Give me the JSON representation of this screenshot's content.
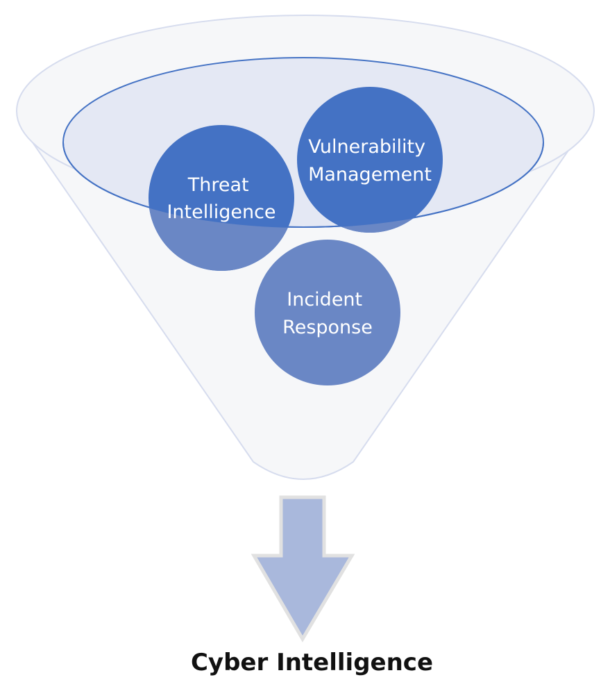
{
  "diagram": {
    "type": "funnel",
    "inputs": [
      {
        "line1": "Threat",
        "line2": "Intelligence"
      },
      {
        "line1": "Vulnerability",
        "line2": "Management"
      },
      {
        "line1": "Incident",
        "line2": "Response"
      }
    ],
    "output_label": "Cyber Intelligence",
    "colors": {
      "funnel_fill": "#f6f7f9",
      "funnel_stroke": "#d6dcee",
      "rim_fill": "#e4e8f4",
      "rim_stroke": "#4472c4",
      "circle_dark": "#4472c4",
      "circle_light": "#6a87c5",
      "arrow_fill": "#a9b8dc",
      "arrow_stroke": "#e1e1e1"
    }
  }
}
